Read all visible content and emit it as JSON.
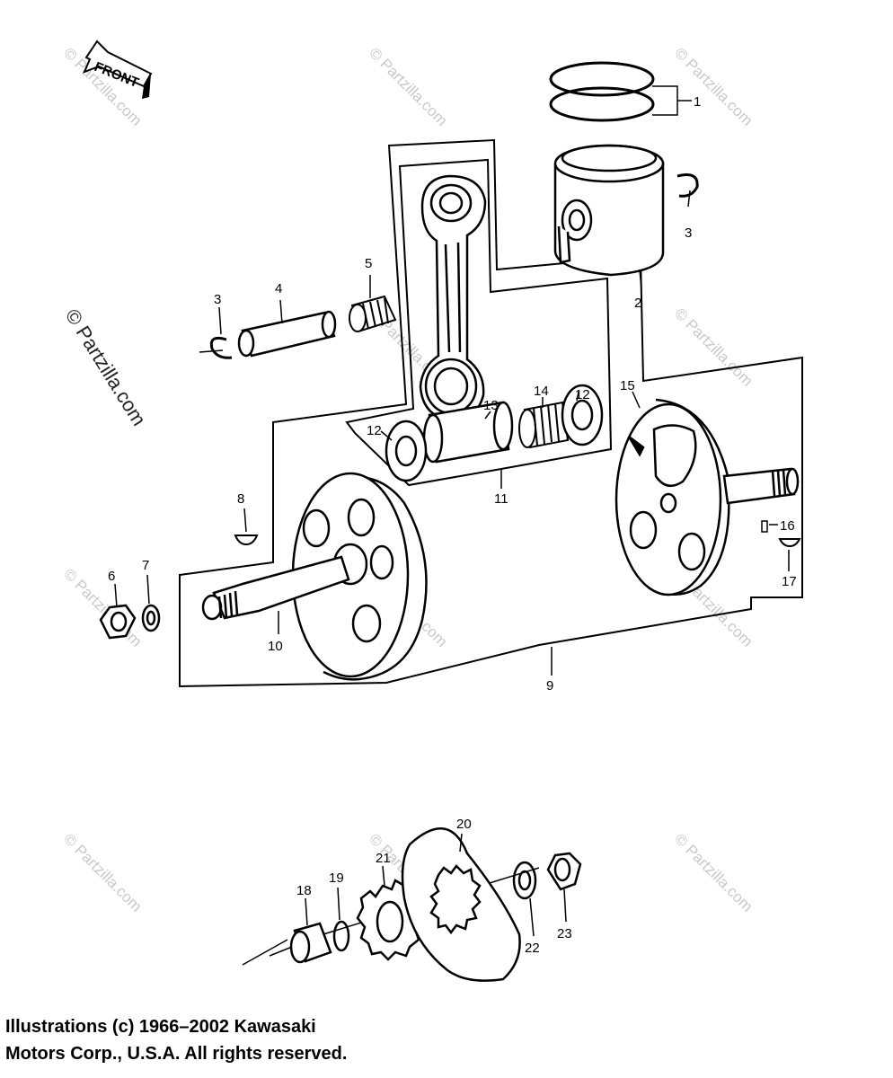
{
  "front_label": "FRONT",
  "watermark": {
    "small": "© Partzilla.com",
    "side": "© Partzilla.com"
  },
  "callouts": [
    "1",
    "2",
    "3",
    "3",
    "4",
    "5",
    "6",
    "7",
    "8",
    "9",
    "10",
    "11",
    "12",
    "12",
    "13",
    "14",
    "15",
    "16",
    "17",
    "18",
    "19",
    "20",
    "21",
    "22",
    "23"
  ],
  "copyright": {
    "line1": "Illustrations (c) 1966–2002 Kawasaki",
    "line2": "Motors Corp., U.S.A.  All rights reserved."
  }
}
